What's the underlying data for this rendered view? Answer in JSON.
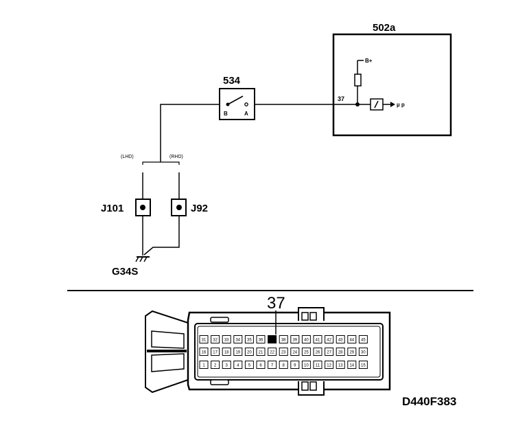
{
  "upper_diagram": {
    "ecu": {
      "label": "502a",
      "pin": "37",
      "supply": "B+",
      "output": "µ p"
    },
    "switch": {
      "label": "534",
      "term_b": "B",
      "term_a": "A"
    },
    "branches": {
      "left": "(LHD)",
      "right": "(RHD)"
    },
    "connectors": {
      "left": "J101",
      "right": "J92"
    },
    "ground": "G34S"
  },
  "connector_view": {
    "pin_callout": "37",
    "rows": [
      [
        "31",
        "32",
        "33",
        "34",
        "35",
        "36",
        "",
        "38",
        "39",
        "40",
        "41",
        "42",
        "43",
        "44",
        "45"
      ],
      [
        "16",
        "17",
        "18",
        "19",
        "20",
        "21",
        "22",
        "23",
        "24",
        "25",
        "26",
        "27",
        "28",
        "29",
        "30"
      ],
      [
        "1",
        "2",
        "3",
        "4",
        "5",
        "6",
        "7",
        "8",
        "9",
        "10",
        "11",
        "12",
        "13",
        "14",
        "15"
      ]
    ]
  },
  "figure_id": "D440F383"
}
